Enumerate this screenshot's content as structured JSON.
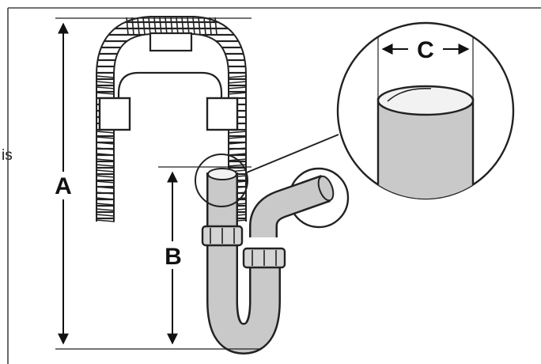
{
  "side_text": "is",
  "labels": {
    "a": "A",
    "b": "B",
    "c": "C"
  },
  "colors": {
    "frame": "#444444",
    "line": "#111111",
    "pipe_fill": "#c9c9c9",
    "pipe_shade": "#b3b3b3",
    "background": "#ffffff"
  },
  "icons": [
    "flexible-drain-hose",
    "p-trap",
    "wall-flange",
    "magnifier-circle",
    "dimension-arrow"
  ]
}
